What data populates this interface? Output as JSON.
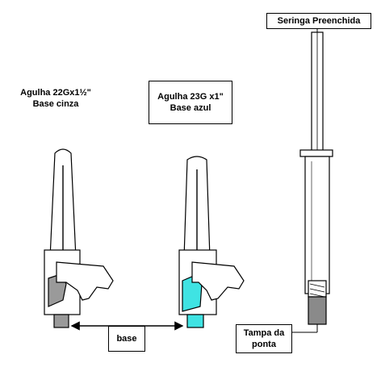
{
  "labels": {
    "syringe_title": "Seringa Preenchida",
    "needle_gray_line1": "Agulha 22Gx1½\"",
    "needle_gray_line2": "Base cinza",
    "needle_blue_line1": "Agulha 23G x1\"",
    "needle_blue_line2": "Base azul",
    "base": "base",
    "tip_cap_line1": "Tampa da",
    "tip_cap_line2": "ponta"
  },
  "colors": {
    "gray_hub": "#9a9a9a",
    "blue_hub": "#3fe3e3",
    "tip_cap": "#8a8a8a",
    "outline": "#000000"
  },
  "icons": [
    "needle-gray-icon",
    "needle-blue-icon",
    "prefilled-syringe-icon",
    "arrow-icon"
  ]
}
